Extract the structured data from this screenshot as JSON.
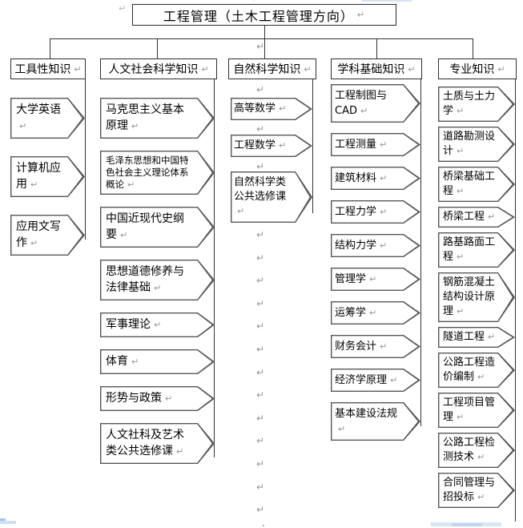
{
  "title": "工程管理（土木工程管理方向）",
  "glyphs": {
    "return": "↵",
    "period": "."
  },
  "columns": [
    {
      "header": "工具性知识",
      "items": [
        "大学英语",
        "计算机应用",
        "应用文写作"
      ]
    },
    {
      "header": "人文社会科学知识",
      "items": [
        "马克思主义基本原理",
        "毛泽东思想和中国特色社会主义理论体系概论",
        "中国近现代史纲要",
        "思想道德修养与法律基础",
        "军事理论",
        "体育",
        "形势与政策",
        "人文社科及艺术类公共选修课"
      ]
    },
    {
      "header": "自然科学知识",
      "items": [
        "高等数学",
        "工程数学",
        "自然科学类公共选修课"
      ]
    },
    {
      "header": "学科基础知识",
      "items": [
        "工程制图与CAD",
        "工程测量",
        "建筑材料",
        "工程力学",
        "结构力学",
        "管理学",
        "运筹学",
        "财务会计",
        "经济学原理",
        "基本建设法规"
      ]
    },
    {
      "header": "专业知识",
      "items": [
        "土质与土力学",
        "道路勘测设计",
        "桥梁基础工程",
        "桥梁工程",
        "路基路面工程",
        "钢筋混凝土结构设计原理",
        "隧道工程",
        "公路工程造价编制",
        "工程项目管理",
        "公路工程检测技术",
        "合同管理与招投标"
      ]
    }
  ],
  "colors": {
    "line": "#333333",
    "shape_border": "#565656",
    "paragraph_mark": "#8f959e",
    "scrollbar_fragment": "#c0d6ee"
  }
}
